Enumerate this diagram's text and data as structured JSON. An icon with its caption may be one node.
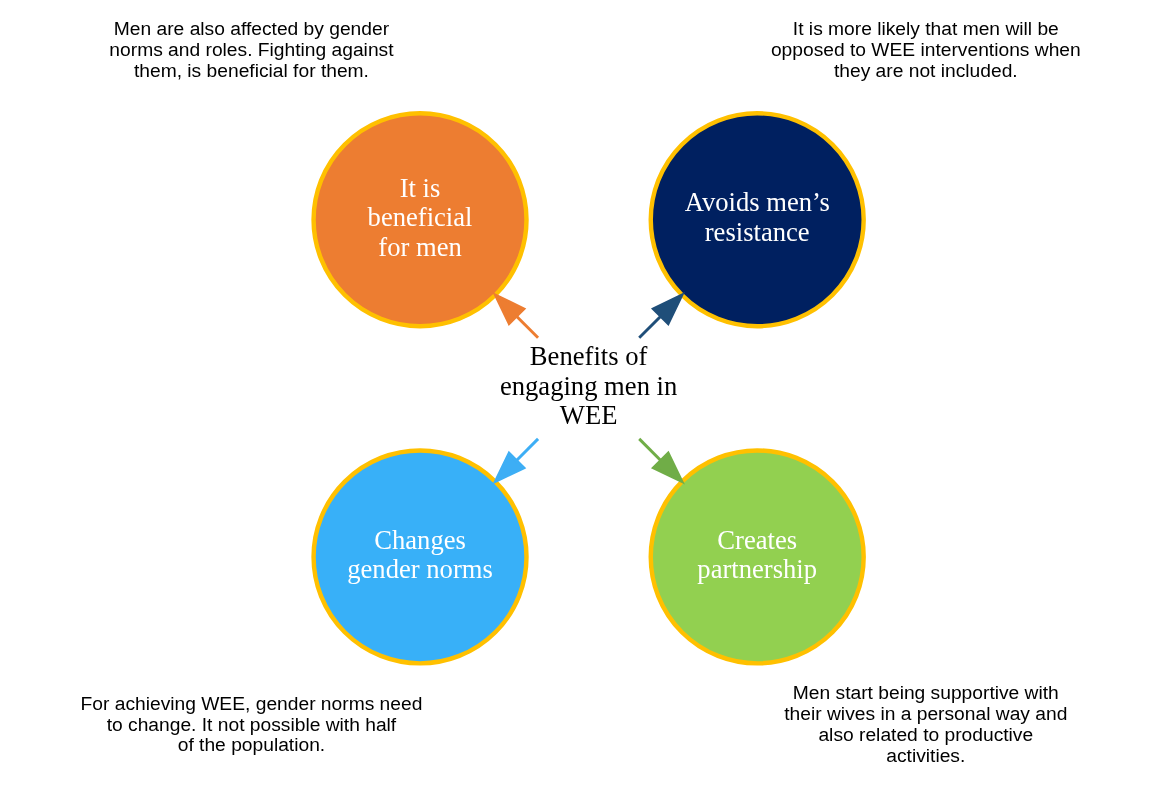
{
  "diagram": {
    "nodes": [
      {
        "text": [
          "Benefits of engaging men in WEE"
        ]
      },
      {
        "text": [
          "Avoids men’s resistance"
        ],
        "beside": [
          "It is more likely that men will be opposed to WEE interventions when they are not included."
        ]
      },
      {
        "text": [
          "It is beneficial for men"
        ],
        "beside": [
          "Men are also affected by gender norms and roles. Fighting against them, is beneficial for them."
        ]
      },
      {
        "text": [
          "Changes gender norms"
        ],
        "beside": [
          "For achieving WEE, gender norms need to change. It not possible with half of the population."
        ]
      },
      {
        "text": [
          "Creates partnership"
        ],
        "beside": [
          "Men start being supportive with their wives in a personal way and also related to productive activities."
        ]
      }
    ],
    "edges": [
      {
        "from": 0,
        "to": 1,
        "arrow": "to",
        "color": "#1f4e79"
      },
      {
        "from": 0,
        "to": 2,
        "arrow": "to",
        "color": "#ed7d31"
      },
      {
        "from": 0,
        "to": 3,
        "arrow": "to",
        "color": "#3daef5"
      },
      {
        "from": 0,
        "to": 4,
        "arrow": "to",
        "color": "#70ad47"
      }
    ]
  }
}
